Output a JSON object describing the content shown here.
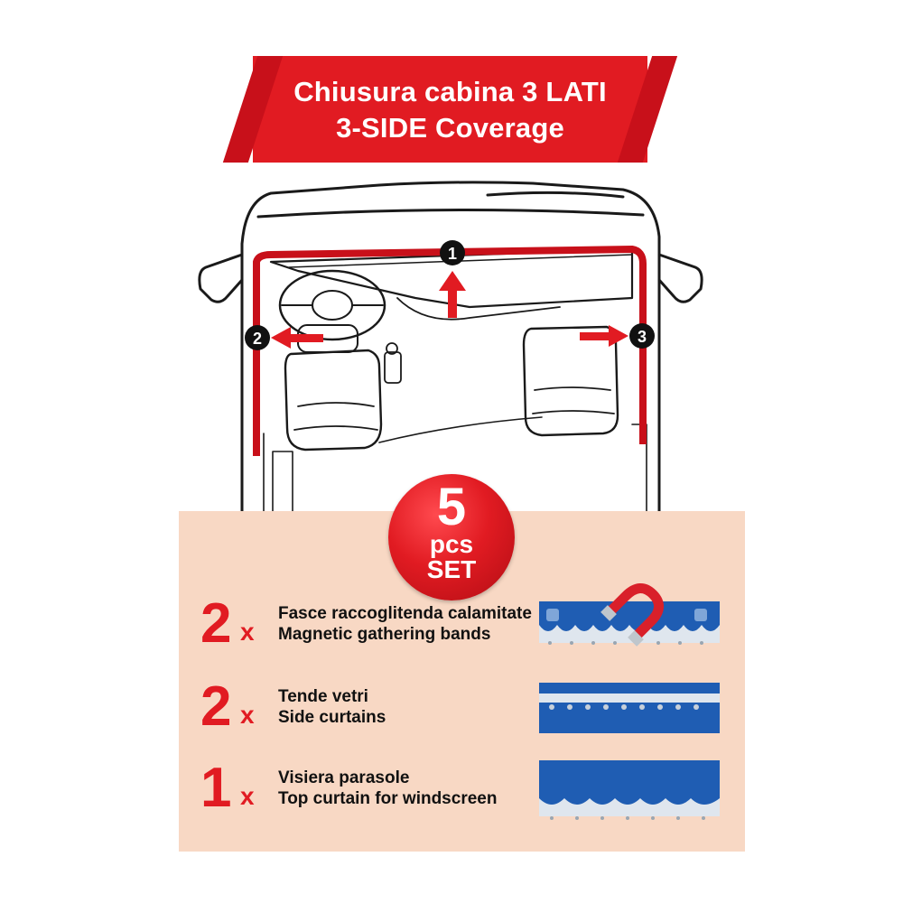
{
  "header": {
    "line1": "Chiusura cabina 3 LATI",
    "line2": "3-SIDE Coverage"
  },
  "diagram": {
    "markers": [
      "1",
      "2",
      "3"
    ]
  },
  "badge": {
    "number": "5",
    "unit": "pcs",
    "set": "SET"
  },
  "items": [
    {
      "qty": "2",
      "x": "x",
      "it": "Fasce raccoglitenda calamitate",
      "en": "Magnetic gathering bands",
      "icon": "magnet-band-icon"
    },
    {
      "qty": "2",
      "x": "x",
      "it": "Tende vetri",
      "en": "Side curtains",
      "icon": "side-curtain-icon"
    },
    {
      "qty": "1",
      "x": "x",
      "it": "Visiera parasole",
      "en": "Top curtain for windscreen",
      "icon": "top-curtain-icon"
    }
  ],
  "colors": {
    "accent": "#e11b22",
    "panel": "#f8d8c4",
    "curtain": "#1f5db3"
  }
}
